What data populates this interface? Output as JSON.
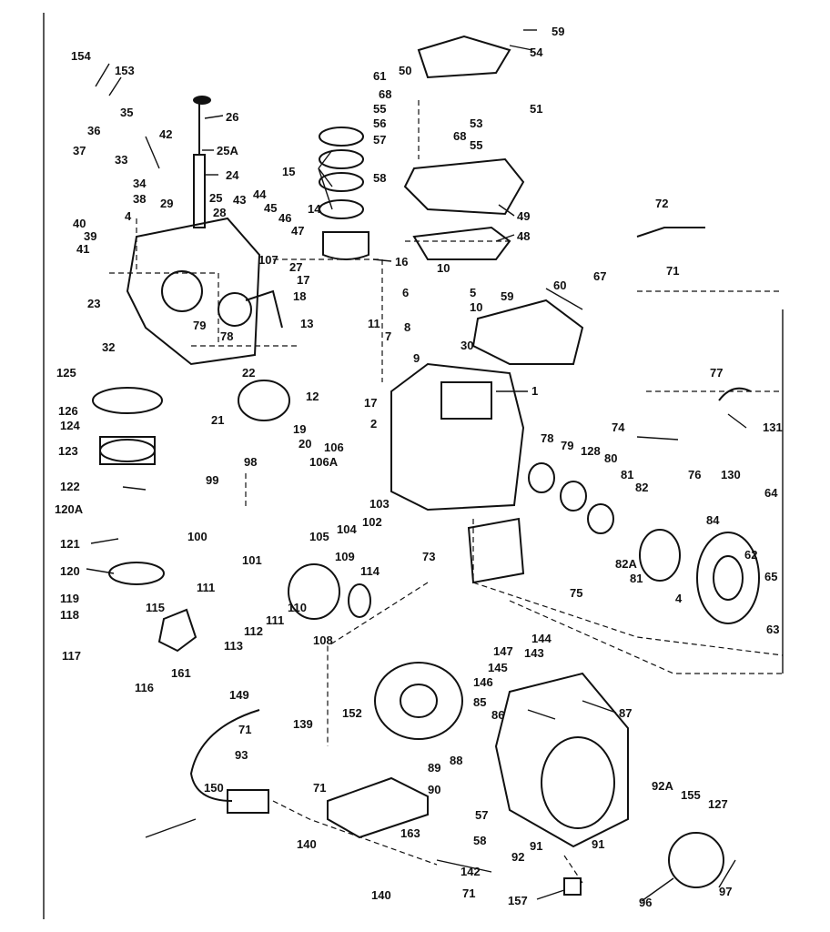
{
  "colors": {
    "ink": "#111111",
    "paper": "#ffffff"
  },
  "callouts": [
    "154",
    "153",
    "35",
    "36",
    "37",
    "33",
    "34",
    "38",
    "42",
    "40",
    "39",
    "41",
    "4",
    "29",
    "26",
    "25A",
    "24",
    "25",
    "28",
    "43",
    "44",
    "45",
    "46",
    "47",
    "27",
    "107",
    "23",
    "79",
    "78",
    "32",
    "125",
    "126",
    "124",
    "123",
    "122",
    "120A",
    "121",
    "120",
    "119",
    "118",
    "115",
    "117",
    "116",
    "161",
    "15",
    "14",
    "16",
    "17",
    "18",
    "13",
    "11",
    "7",
    "22",
    "12",
    "17",
    "21",
    "19",
    "20",
    "2",
    "106",
    "106A",
    "98",
    "99",
    "100",
    "101",
    "103",
    "102",
    "104",
    "105",
    "109",
    "114",
    "110",
    "111",
    "111",
    "112",
    "113",
    "108",
    "59",
    "54",
    "50",
    "61",
    "51",
    "68",
    "55",
    "56",
    "57",
    "58",
    "53",
    "68",
    "55",
    "49",
    "48",
    "72",
    "71",
    "10",
    "6",
    "5",
    "10",
    "8",
    "9",
    "59",
    "30",
    "60",
    "67",
    "1",
    "77",
    "74",
    "131",
    "76",
    "130",
    "78",
    "79",
    "128",
    "80",
    "81",
    "82",
    "64",
    "84",
    "62",
    "65",
    "82A",
    "81",
    "4",
    "63",
    "73",
    "75",
    "144",
    "147",
    "143",
    "145",
    "146",
    "85",
    "86",
    "87",
    "152",
    "149",
    "71",
    "139",
    "93",
    "71",
    "150",
    "140",
    "163",
    "88",
    "89",
    "90",
    "57",
    "58",
    "92",
    "91",
    "91",
    "92A",
    "155",
    "127",
    "96",
    "97",
    "142",
    "140",
    "71",
    "157"
  ]
}
